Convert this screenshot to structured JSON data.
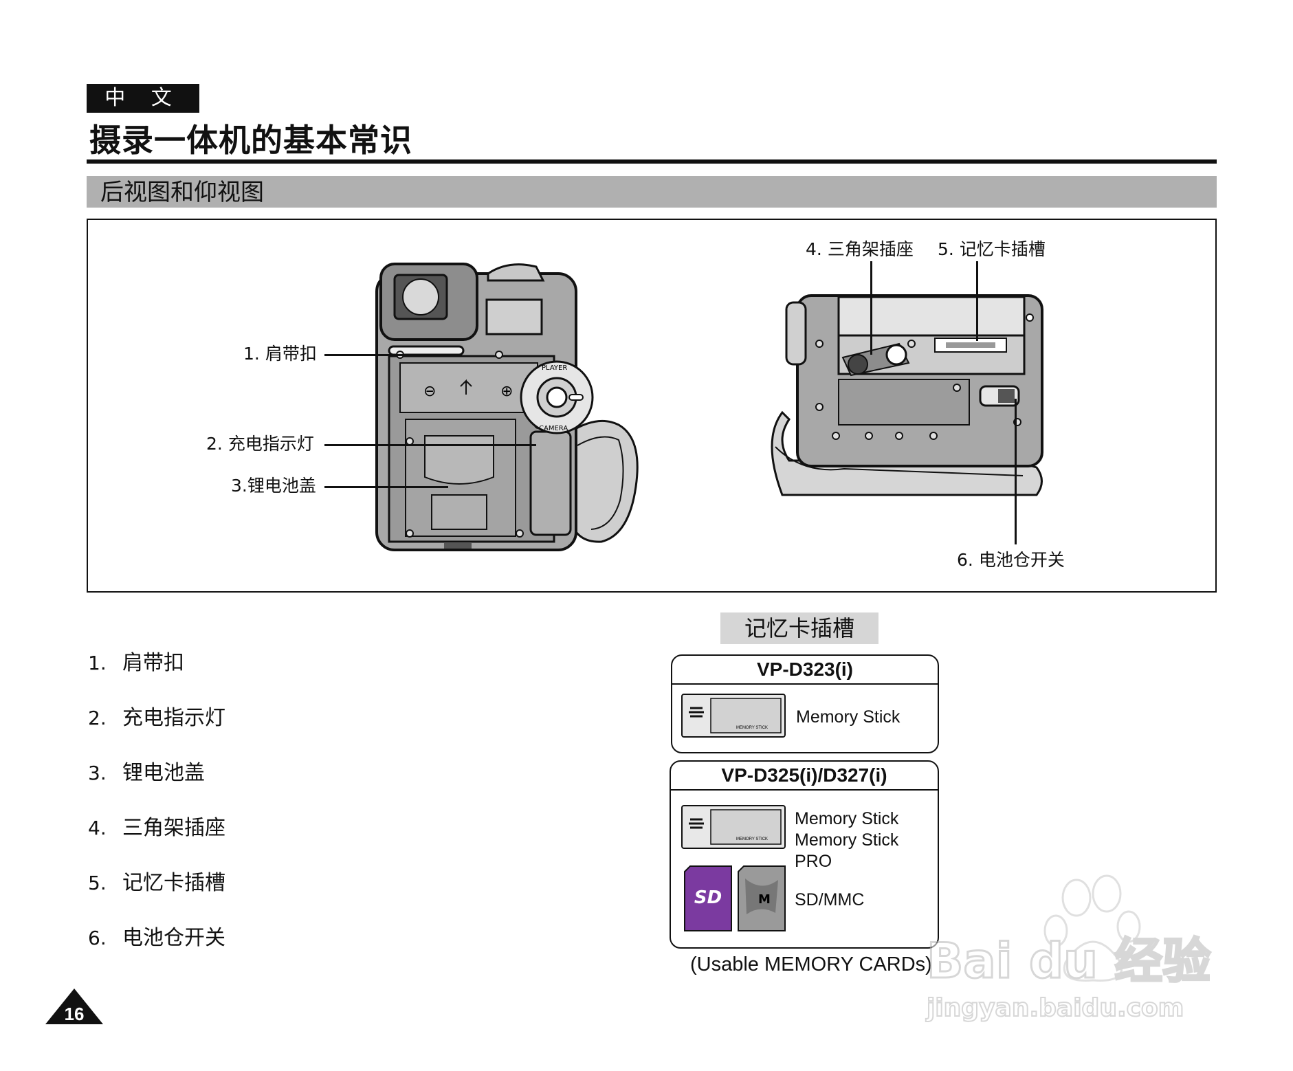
{
  "header": {
    "language_tag": "中 文",
    "page_title": "摄录一体机的基本常识"
  },
  "section": {
    "title": "后视图和仰视图"
  },
  "figure": {
    "callouts": [
      {
        "num": "1.",
        "label": "肩带扣"
      },
      {
        "num": "2.",
        "label": "充电指示灯"
      },
      {
        "num": "3.",
        "label": "锂电池盖"
      },
      {
        "num": "4.",
        "label": "三角架插座"
      },
      {
        "num": "5.",
        "label": "记忆卡插槽"
      },
      {
        "num": "6.",
        "label": "电池仓开关"
      }
    ],
    "dial_labels": {
      "player": "PLAYER",
      "camera": "CAMERA"
    }
  },
  "parts_list": [
    {
      "num": "1.",
      "label": "肩带扣"
    },
    {
      "num": "2.",
      "label": "充电指示灯"
    },
    {
      "num": "3.",
      "label": "锂电池盖"
    },
    {
      "num": "4.",
      "label": "三角架插座"
    },
    {
      "num": "5.",
      "label": "记忆卡插槽"
    },
    {
      "num": "6.",
      "label": "电池仓开关"
    }
  ],
  "memory_cards": {
    "heading": "记忆卡插槽",
    "models": [
      {
        "model": "VP-D323(i)",
        "cards": [
          "Memory Stick"
        ]
      },
      {
        "model": "VP-D325(i)/D327(i)",
        "cards": [
          "Memory Stick",
          "Memory Stick PRO",
          "SD/MMC"
        ]
      }
    ],
    "caption": "(Usable MEMORY CARDs)",
    "card_print": {
      "memory_stick": "MEMORY STICK",
      "sd": "SD",
      "mmc": "M"
    }
  },
  "page_number": "16",
  "watermark": {
    "brand": "Bai du 经验",
    "url": "jingyan.baidu.com"
  },
  "colors": {
    "text": "#111111",
    "section_bar": "#b0b0b0",
    "card_heading_bg": "#d6d6d6",
    "camera_body": "#a8a8a8",
    "sd_purple": "#7b3aa0"
  }
}
